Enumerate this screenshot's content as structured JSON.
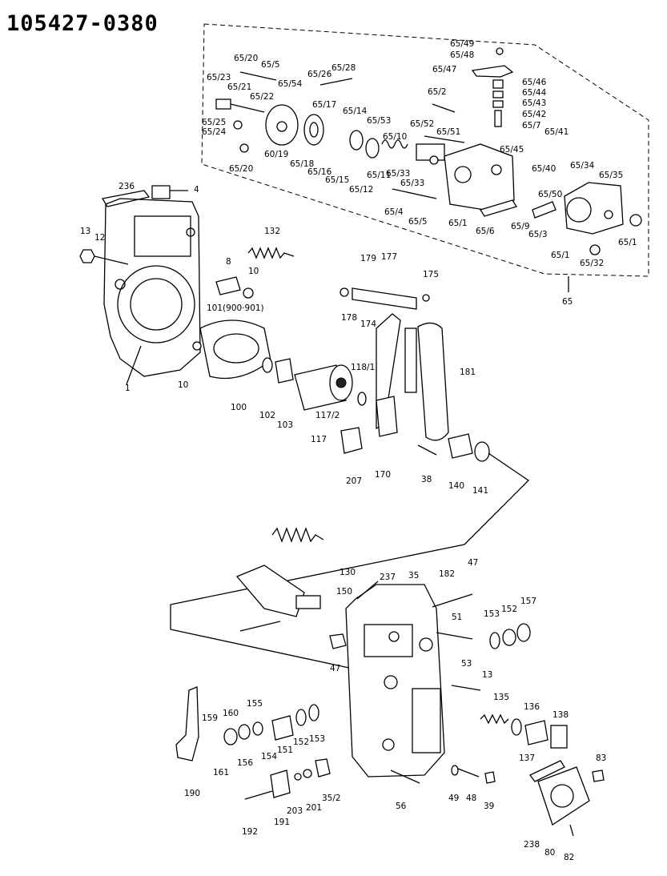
{
  "part_number": "105427-0380",
  "callouts": [
    {
      "id": "65/49"
    },
    {
      "id": "65/48"
    },
    {
      "id": "65/47"
    },
    {
      "id": "65/46"
    },
    {
      "id": "65/44"
    },
    {
      "id": "65/43"
    },
    {
      "id": "65/42"
    },
    {
      "id": "65/7"
    },
    {
      "id": "65/45"
    },
    {
      "id": "65/41"
    },
    {
      "id": "65/2"
    },
    {
      "id": "65/52"
    },
    {
      "id": "65/51"
    },
    {
      "id": "65/20"
    },
    {
      "id": "65/5"
    },
    {
      "id": "65/23"
    },
    {
      "id": "65/21"
    },
    {
      "id": "65/22"
    },
    {
      "id": "65/54"
    },
    {
      "id": "65/26"
    },
    {
      "id": "65/28"
    },
    {
      "id": "65/17"
    },
    {
      "id": "65/14"
    },
    {
      "id": "65/53"
    },
    {
      "id": "65/25"
    },
    {
      "id": "65/24"
    },
    {
      "id": "65/10"
    },
    {
      "id": "60/19"
    },
    {
      "id": "65/18"
    },
    {
      "id": "65/16"
    },
    {
      "id": "65/15"
    },
    {
      "id": "65/12"
    },
    {
      "id": "65/11"
    },
    {
      "id": "65/33"
    },
    {
      "id": "65/40"
    },
    {
      "id": "65/34"
    },
    {
      "id": "65/35"
    },
    {
      "id": "65/50"
    },
    {
      "id": "65/4"
    },
    {
      "id": "65/1"
    },
    {
      "id": "65/6"
    },
    {
      "id": "65/9"
    },
    {
      "id": "65/3"
    },
    {
      "id": "65/32"
    },
    {
      "id": "65"
    },
    {
      "id": "236"
    },
    {
      "id": "4"
    },
    {
      "id": "13"
    },
    {
      "id": "12"
    },
    {
      "id": "132"
    },
    {
      "id": "8"
    },
    {
      "id": "10"
    },
    {
      "id": "101(900·901)"
    },
    {
      "id": "1"
    },
    {
      "id": "100"
    },
    {
      "id": "102"
    },
    {
      "id": "103"
    },
    {
      "id": "117/2"
    },
    {
      "id": "117"
    },
    {
      "id": "118/1"
    },
    {
      "id": "179"
    },
    {
      "id": "177"
    },
    {
      "id": "175"
    },
    {
      "id": "178"
    },
    {
      "id": "174"
    },
    {
      "id": "181"
    },
    {
      "id": "207"
    },
    {
      "id": "170"
    },
    {
      "id": "38"
    },
    {
      "id": "140"
    },
    {
      "id": "141"
    },
    {
      "id": "130"
    },
    {
      "id": "150"
    },
    {
      "id": "237"
    },
    {
      "id": "35"
    },
    {
      "id": "182"
    },
    {
      "id": "47"
    },
    {
      "id": "51"
    },
    {
      "id": "153"
    },
    {
      "id": "152"
    },
    {
      "id": "157"
    },
    {
      "id": "53"
    },
    {
      "id": "135"
    },
    {
      "id": "136"
    },
    {
      "id": "138"
    },
    {
      "id": "137"
    },
    {
      "id": "155"
    },
    {
      "id": "160"
    },
    {
      "id": "159"
    },
    {
      "id": "156"
    },
    {
      "id": "154"
    },
    {
      "id": "151"
    },
    {
      "id": "161"
    },
    {
      "id": "190"
    },
    {
      "id": "35/2"
    },
    {
      "id": "201"
    },
    {
      "id": "203"
    },
    {
      "id": "191"
    },
    {
      "id": "192"
    },
    {
      "id": "56"
    },
    {
      "id": "49"
    },
    {
      "id": "48"
    },
    {
      "id": "39"
    },
    {
      "id": "83"
    },
    {
      "id": "238"
    },
    {
      "id": "80"
    },
    {
      "id": "82"
    }
  ]
}
